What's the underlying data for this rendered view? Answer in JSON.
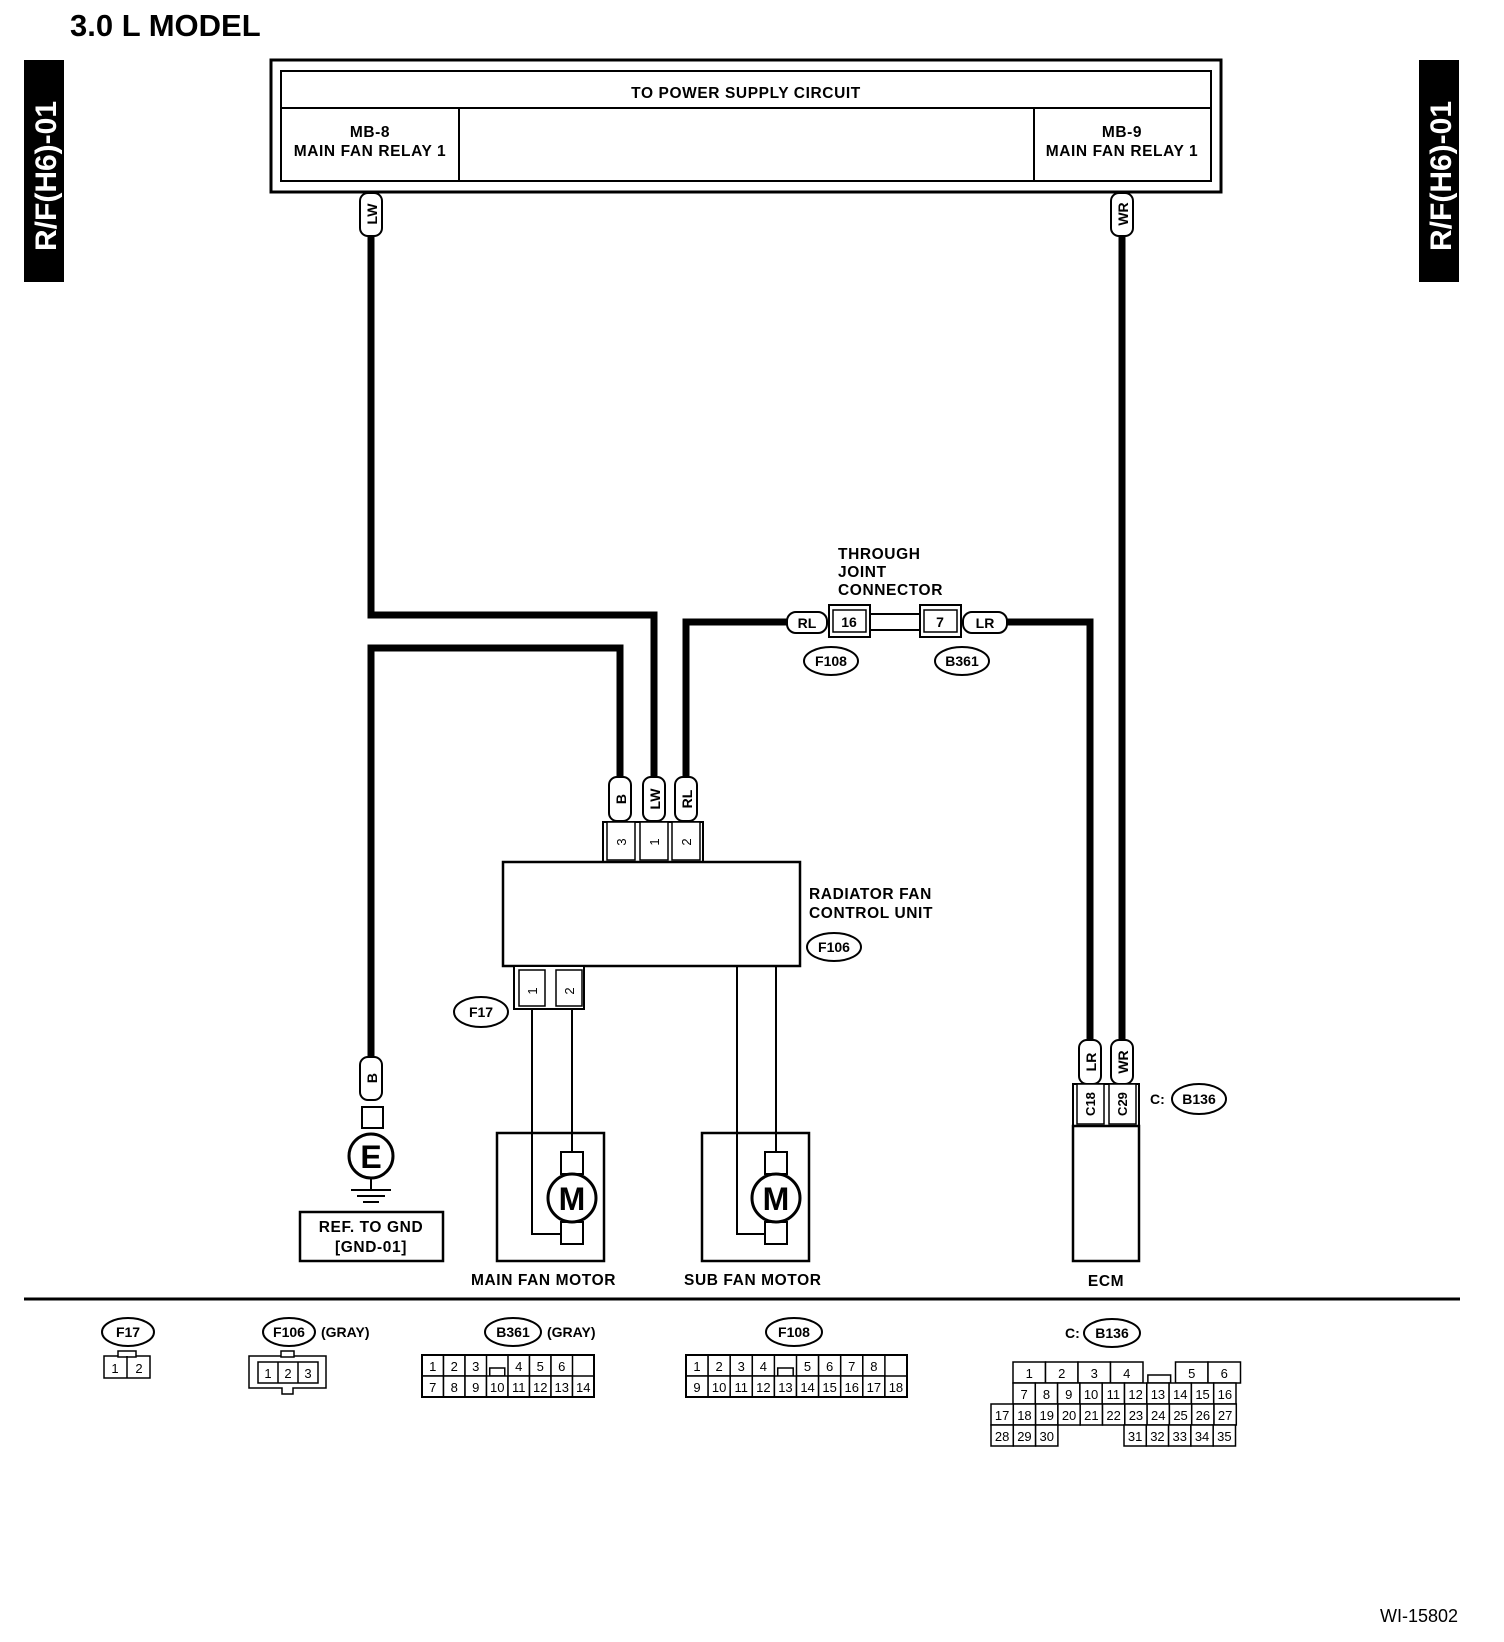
{
  "title": "3.0 L MODEL",
  "side_tab": "R/F(H6)-01",
  "power_box": {
    "title": "TO POWER SUPPLY CIRCUIT",
    "left_code": "MB-8",
    "left_name": "MAIN FAN RELAY 1",
    "right_code": "MB-9",
    "right_name": "MAIN FAN RELAY 1"
  },
  "wire_colors": {
    "lw": "LW",
    "wr": "WR",
    "rl": "RL",
    "lr": "LR",
    "b": "B"
  },
  "joint": {
    "line1": "THROUGH",
    "line2": "JOINT",
    "line3": "CONNECTOR",
    "left_pin": "16",
    "right_pin": "7",
    "left_conn": "F108",
    "right_conn": "B361"
  },
  "control_unit": {
    "line1": "RADIATOR FAN",
    "line2": "CONTROL UNIT",
    "conn": "F106",
    "pins_top": [
      "3",
      "1",
      "2"
    ],
    "pins_bottom": [
      "1",
      "2"
    ],
    "bottom_conn": "F17"
  },
  "ground": {
    "symbol": "E",
    "line1": "REF. TO GND",
    "line2": "[GND-01]"
  },
  "motors": {
    "symbol": "M",
    "main": "MAIN FAN MOTOR",
    "sub": "SUB FAN MOTOR"
  },
  "ecm": {
    "label": "ECM",
    "prefix": "C:",
    "conn": "B136",
    "pin_left": "C18",
    "pin_right": "C29"
  },
  "legend": {
    "gray": "(GRAY)",
    "f17": {
      "name": "F17",
      "pins": [
        "1",
        "2"
      ]
    },
    "f106": {
      "name": "F106",
      "pins": [
        "1",
        "2",
        "3"
      ]
    },
    "b361": {
      "name": "B361",
      "row1": [
        "1",
        "2",
        "3",
        "",
        "4",
        "5",
        "6"
      ],
      "row2": [
        "7",
        "8",
        "9",
        "10",
        "11",
        "12",
        "13",
        "14"
      ]
    },
    "f108": {
      "name": "F108",
      "row1": [
        "1",
        "2",
        "3",
        "4",
        "",
        "5",
        "6",
        "7",
        "8"
      ],
      "row2": [
        "9",
        "10",
        "11",
        "12",
        "13",
        "14",
        "15",
        "16",
        "17",
        "18"
      ]
    },
    "b136": {
      "prefix": "C:",
      "name": "B136",
      "row1": [
        "1",
        "2",
        "3",
        "4",
        "",
        "5",
        "6"
      ],
      "row2": [
        "7",
        "8",
        "9",
        "10",
        "11",
        "12",
        "13",
        "14",
        "15",
        "16"
      ],
      "row3": [
        "17",
        "18",
        "19",
        "20",
        "21",
        "22",
        "23",
        "24",
        "25",
        "26",
        "27"
      ],
      "row4a": [
        "28",
        "29",
        "30"
      ],
      "row4b": [
        "31",
        "32",
        "33",
        "34",
        "35"
      ]
    }
  },
  "figure_id": "WI-15802"
}
